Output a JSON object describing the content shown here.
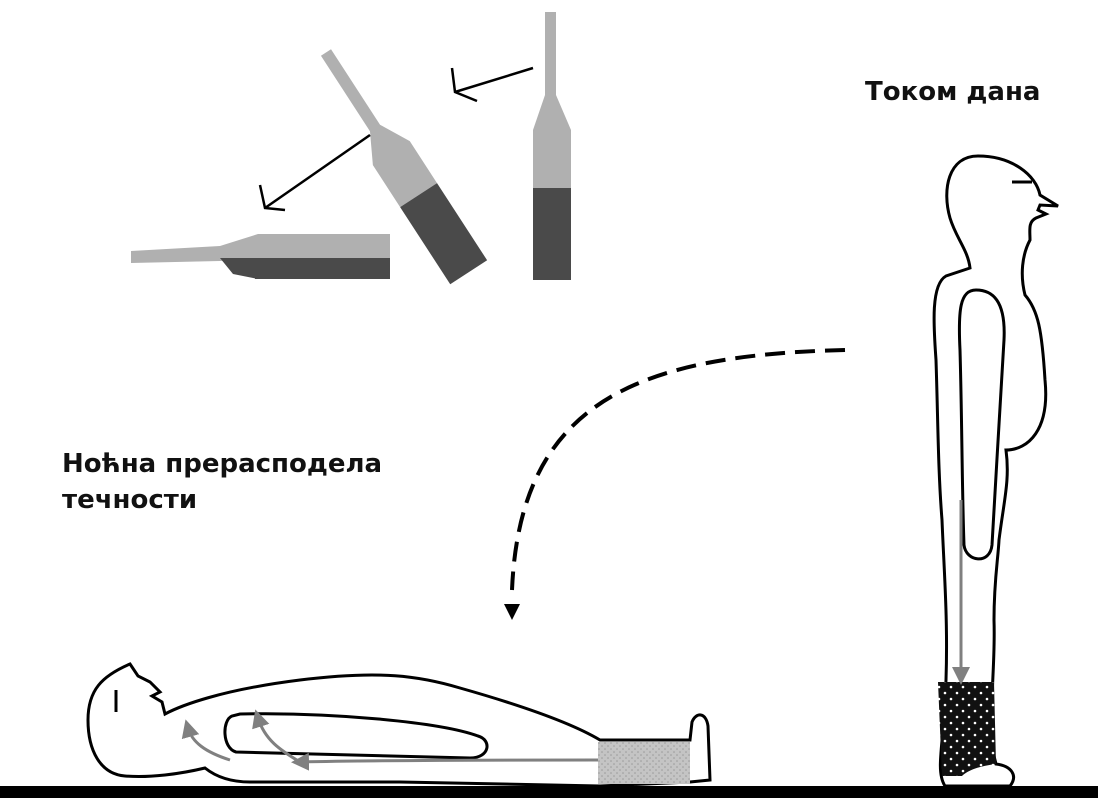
{
  "labels": {
    "daytime": "Током дана",
    "night_line1": "Ноћна прерасподела",
    "night_line2": "течности"
  },
  "colors": {
    "outline": "#000000",
    "fluid_light": "#b0b0b0",
    "fluid_dark": "#4a4a4a",
    "stocking_light": "#c8c8c8",
    "stocking_dark": "#111111",
    "arrow_gray": "#808080",
    "floor": "#000000"
  },
  "icons": {
    "tubes": "tilting-fluid-tube-icons",
    "standing_person": "standing-person-icon",
    "lying_person": "lying-person-icon"
  }
}
